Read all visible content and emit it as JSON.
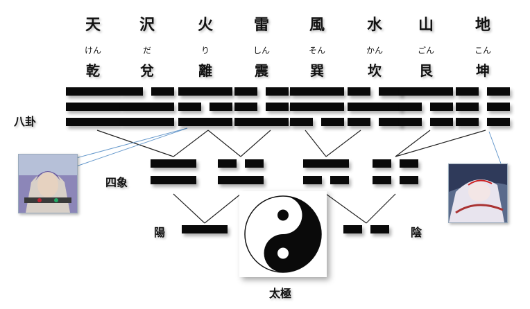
{
  "trigrams": [
    {
      "nature": "天",
      "reading": "けん",
      "name": "乾",
      "lines": [
        1,
        1,
        1
      ]
    },
    {
      "nature": "沢",
      "reading": "だ",
      "name": "兌",
      "lines": [
        0,
        1,
        1
      ]
    },
    {
      "nature": "火",
      "reading": "り",
      "name": "離",
      "lines": [
        1,
        0,
        1
      ]
    },
    {
      "nature": "雷",
      "reading": "しん",
      "name": "震",
      "lines": [
        0,
        0,
        1
      ]
    },
    {
      "nature": "風",
      "reading": "そん",
      "name": "巽",
      "lines": [
        1,
        1,
        0
      ]
    },
    {
      "nature": "水",
      "reading": "かん",
      "name": "坎",
      "lines": [
        0,
        1,
        0
      ]
    },
    {
      "nature": "山",
      "reading": "ごん",
      "name": "艮",
      "lines": [
        1,
        0,
        0
      ]
    },
    {
      "nature": "地",
      "reading": "こん",
      "name": "坤",
      "lines": [
        0,
        0,
        0
      ]
    }
  ],
  "four_images": [
    {
      "lines": [
        1,
        1
      ]
    },
    {
      "lines": [
        0,
        1
      ]
    },
    {
      "lines": [
        1,
        0
      ]
    },
    {
      "lines": [
        0,
        0
      ]
    }
  ],
  "two_modes": [
    {
      "label": "陽",
      "line": 1
    },
    {
      "label": "陰",
      "line": 0
    }
  ],
  "labels": {
    "eight_trigrams": "八卦",
    "four_images": "四象",
    "taiji": "太極"
  },
  "images": {
    "left_character": "character-portrait-left",
    "right_character": "character-portrait-right",
    "center_symbol": "yin-yang-icon"
  },
  "colors": {
    "line": "#0a0a0a",
    "connector": "#222222",
    "callout": "#6699cc"
  }
}
